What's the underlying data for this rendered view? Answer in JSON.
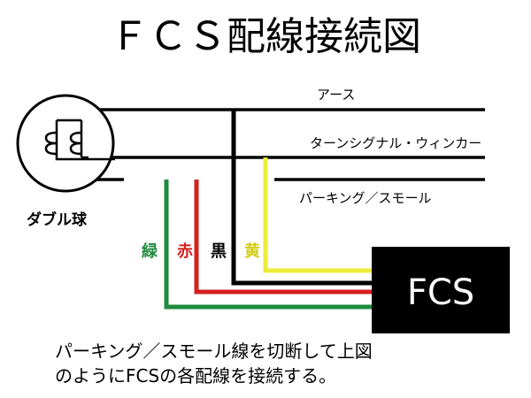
{
  "title": "ＦＣＳ配線接続図",
  "bulb_label": "ダブル球",
  "lines": {
    "earth": "アース",
    "turn_signal": "ターンシグナル・ウィンカー",
    "parking": "パーキング／スモール"
  },
  "wires": {
    "green": "緑",
    "red": "赤",
    "black": "黒",
    "yellow": "黄"
  },
  "unit_label": "FCS",
  "instruction": {
    "line1": "パーキング／スモール線を切断して上図",
    "line2": "のようにFCSの各配線を接続する。"
  },
  "colors": {
    "green": "#1e8a3c",
    "red": "#d42020",
    "black": "#000000",
    "yellow": "#ecec3a",
    "unit_bg": "#000000"
  }
}
